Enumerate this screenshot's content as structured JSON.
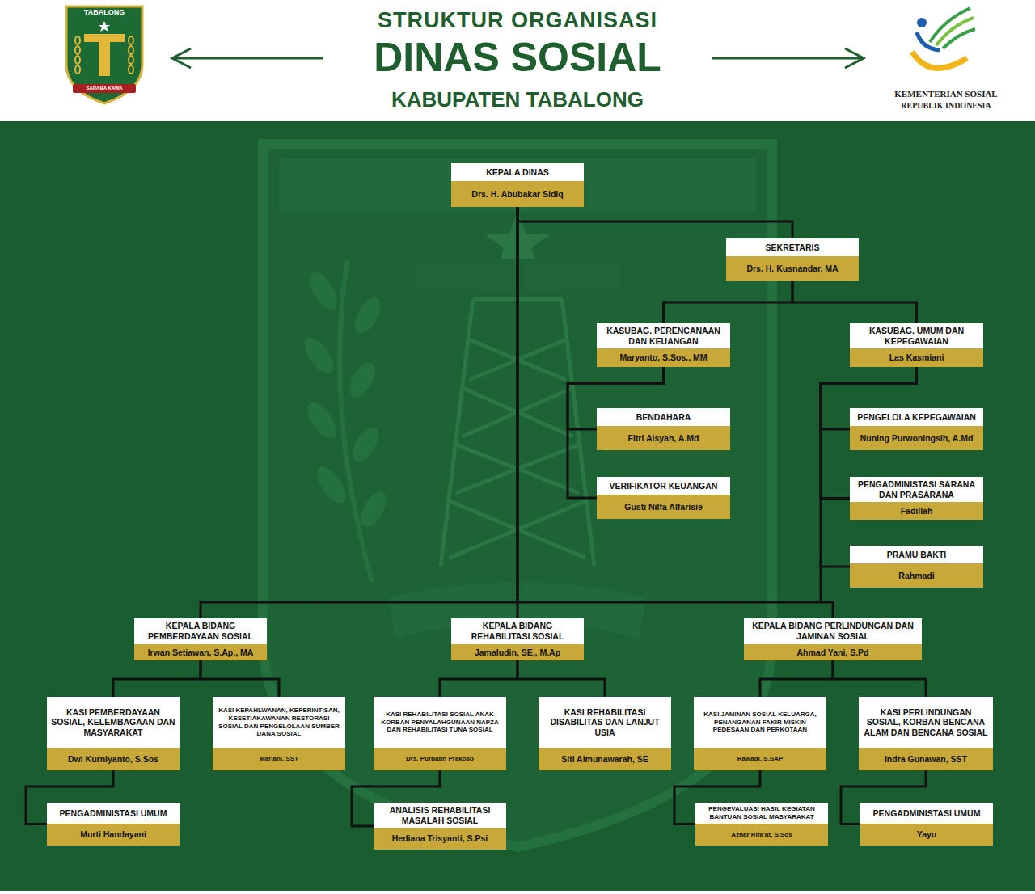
{
  "diagram": {
    "title": "STRUKTUR ORGANISASI",
    "nodes": [
      {
        "text": [
          "KEPALA DINAS",
          "Drs. H. Abubakar Sidiq"
        ]
      },
      {
        "text": [
          "SEKRETARIS",
          "Drs. H. Kusnandar, MA"
        ]
      },
      {
        "text": [
          "KASUBAG. PERENCANAAN DAN KEUANGAN",
          "Maryanto, S.Sos., MM"
        ]
      },
      {
        "text": [
          "KASUBAG. UMUM DAN KEPEGAWAIAN",
          "Las Kasmiani"
        ]
      },
      {
        "text": [
          "BENDAHARA",
          "Fitri Aisyah, A.Md"
        ]
      },
      {
        "text": [
          "PENGELOLA KEPEGAWAIAN",
          "Nuning Purwoningsih, A.Md"
        ]
      },
      {
        "text": [
          "VERIFIKATOR KEUANGAN",
          "Gusti Nilfa Alfarisie"
        ]
      },
      {
        "text": [
          "PENGADMINISTASI SARANA DAN PRASARANA",
          "Fadillah"
        ]
      },
      {
        "text": [
          "PRAMU BAKTI",
          "Rahmadi"
        ]
      },
      {
        "text": [
          "KEPALA BIDANG PEMBERDAYAAN SOSIAL",
          "Irwan Setiawan, S.Ap., MA"
        ]
      },
      {
        "text": [
          "KEPALA BIDANG REHABILITASI SOSIAL",
          "Jamaludin, SE., M.Ap"
        ]
      },
      {
        "text": [
          "KEPALA BIDANG PERLINDUNGAN DAN JAMINAN SOSIAL",
          "Ahmad Yani, S.Pd"
        ]
      },
      {
        "text": [
          "KASI PEMBERDAYAAN SOSIAL, KELEMBAGAAN DAN MASYARAKAT",
          "Dwi Kurniyanto, S.Sos"
        ]
      },
      {
        "text": [
          "KASI KEPAHLWANAN, KEPERINTISAN, KESETIAKAWANAN RESTORASI SOSIAL DAN PENGELOLAAN SUMBER DANA SOSIAL",
          "Mariani, SST"
        ]
      },
      {
        "text": [
          "KASI REHABILITASI SOSIAL ANAK KORBAN PENYALAHGUNAAN NAPZA DAN REHABILITASI TUNA SOSIAL",
          "Drs. Purbatin Prakoso"
        ]
      },
      {
        "text": [
          "KASI REHABILITASI DISABILITAS DAN LANJUT USIA",
          "Siti Almunawarah, SE"
        ]
      },
      {
        "text": [
          "KASI JAMINAN SOSIAL KELUARGA, PENANGANAN FAKIR MISKIN PEDESAAN DAN PERKOTAAN",
          "Rawadi, S.SAP"
        ]
      },
      {
        "text": [
          "KASI PERLINDUNGAN SOSIAL, KORBAN BENCANA ALAM DAN BENCANA SOSIAL",
          "Indra Gunawan, SST"
        ]
      },
      {
        "text": [
          "PENGADMINISTASI UMUM",
          "Murti Handayani"
        ]
      },
      {
        "text": [
          "ANALISIS REHABILITASI MASALAH SOSIAL",
          "Hediana Trisyanti, S.Psi"
        ]
      },
      {
        "text": [
          "PENGEVALUASI HASIL KEGIATAN BANTUAN SOSIAL MASYARAKAT",
          "Azhar Rifa'at, S.Sos"
        ]
      },
      {
        "text": [
          "PENGADMINISTASI UMUM",
          "Yayu"
        ]
      }
    ],
    "edges": [
      {
        "from": 0,
        "to": 1,
        "arrow": "none"
      },
      {
        "from": 1,
        "to": 2,
        "arrow": "none"
      },
      {
        "from": 1,
        "to": 3,
        "arrow": "none"
      },
      {
        "from": 2,
        "to": 4,
        "arrow": "none"
      },
      {
        "from": 2,
        "to": 6,
        "arrow": "none"
      },
      {
        "from": 3,
        "to": 5,
        "arrow": "none"
      },
      {
        "from": 3,
        "to": 7,
        "arrow": "none"
      },
      {
        "from": 3,
        "to": 8,
        "arrow": "none"
      },
      {
        "from": 0,
        "to": 9,
        "arrow": "none"
      },
      {
        "from": 0,
        "to": 10,
        "arrow": "none"
      },
      {
        "from": 0,
        "to": 11,
        "arrow": "none"
      },
      {
        "from": 9,
        "to": 12,
        "arrow": "none"
      },
      {
        "from": 9,
        "to": 13,
        "arrow": "none"
      },
      {
        "from": 10,
        "to": 14,
        "arrow": "none"
      },
      {
        "from": 10,
        "to": 15,
        "arrow": "none"
      },
      {
        "from": 11,
        "to": 16,
        "arrow": "none"
      },
      {
        "from": 11,
        "to": 17,
        "arrow": "none"
      },
      {
        "from": 12,
        "to": 18,
        "arrow": "none"
      },
      {
        "from": 14,
        "to": 19,
        "arrow": "none"
      },
      {
        "from": 16,
        "to": 20,
        "arrow": "none"
      },
      {
        "from": 17,
        "to": 21,
        "arrow": "none"
      }
    ],
    "labels": [
      "DINAS SOSIAL",
      "KABUPATEN TABALONG",
      "TABALONG",
      "SARABA KAWA",
      "KEMENTERIAN SOSIAL",
      "REPUBLIK INDONESIA"
    ]
  }
}
